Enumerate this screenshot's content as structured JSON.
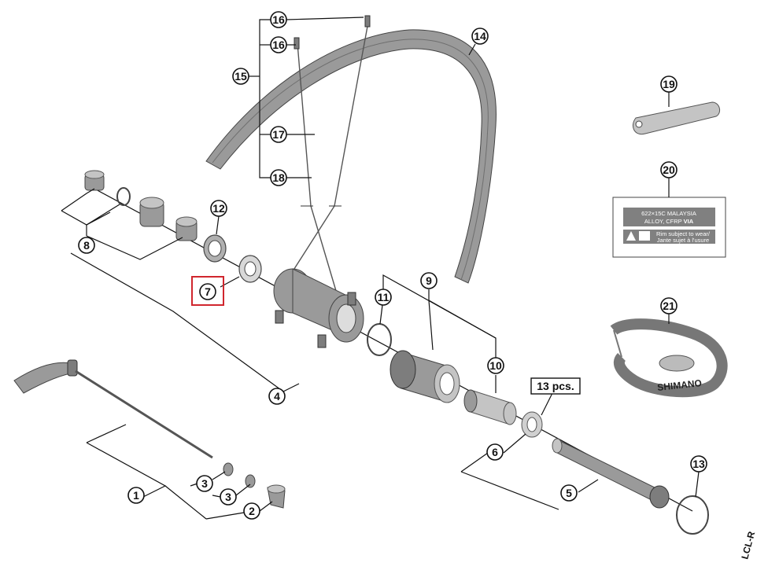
{
  "callouts": {
    "c1": "1",
    "c2": "2",
    "c3a": "3",
    "c3b": "3",
    "c4": "4",
    "c5": "5",
    "c6": "6",
    "c7": "7",
    "c8": "8",
    "c9": "9",
    "c10": "10",
    "c11": "11",
    "c12": "12",
    "c13": "13",
    "c14": "14",
    "c15": "15",
    "c16a": "16",
    "c16b": "16",
    "c17": "17",
    "c18": "18",
    "c19": "19",
    "c20": "20",
    "c21": "21"
  },
  "quantity_label": "13 pcs.",
  "rim_label": {
    "line1": "622×15C  MALAYSIA",
    "line2_prefix": "ALLOY, CFRP ",
    "line2_brand": "VIA",
    "warn1": "Rim subject to wear/",
    "warn2": "Jante sujet à l'usure"
  },
  "rim_tape_brand": "SHIMANO",
  "diagram_code": "LCL-R",
  "highlight": {
    "target": "7",
    "color": "#d0262e"
  }
}
